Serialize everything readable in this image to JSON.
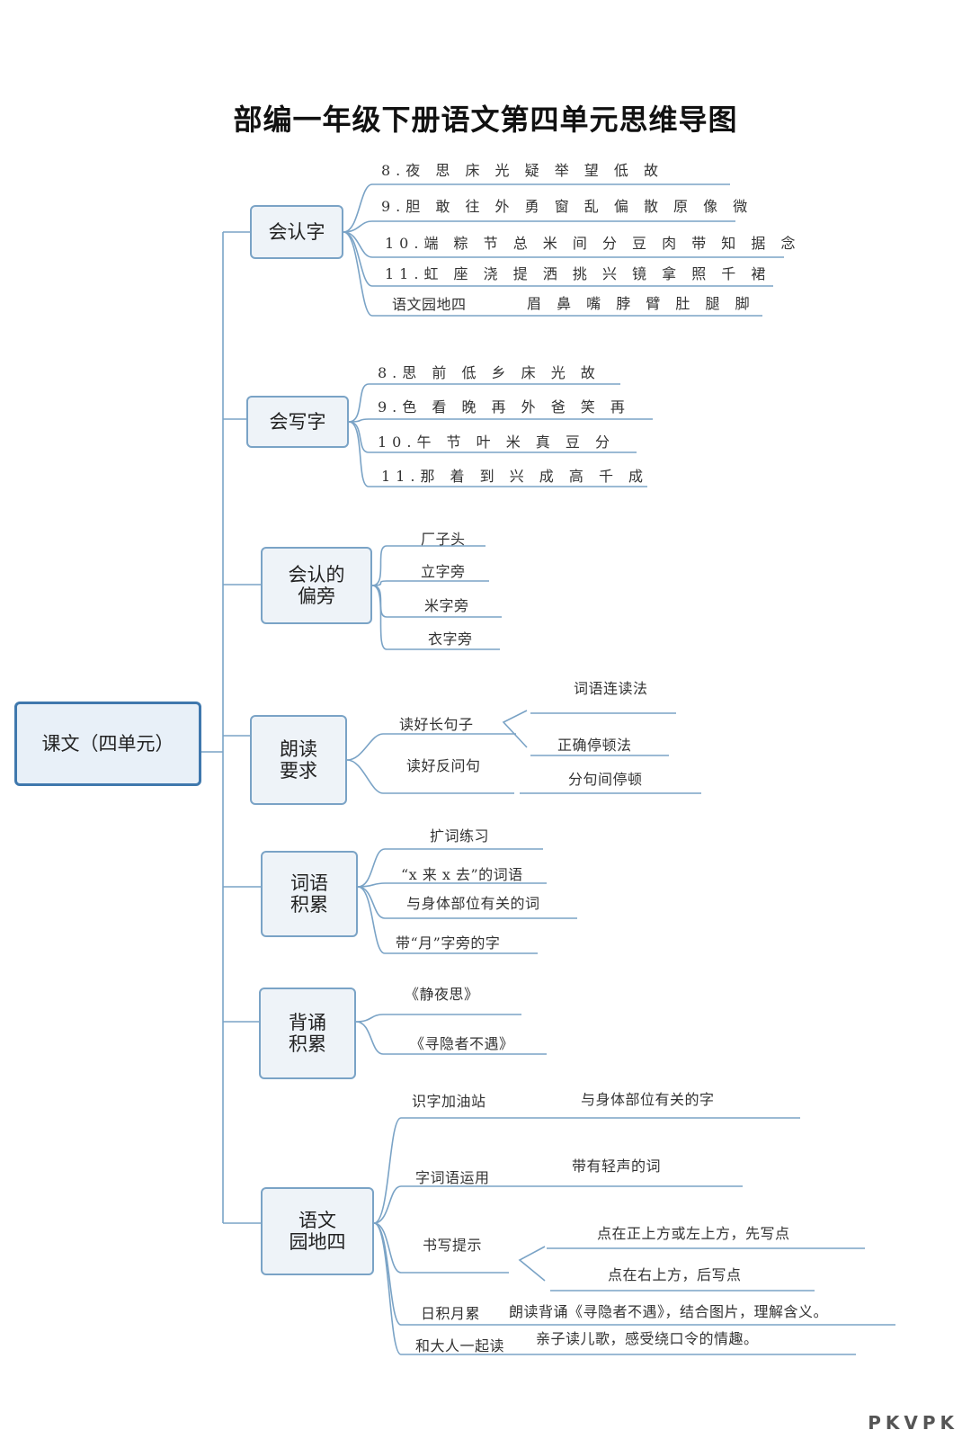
{
  "title": "部编一年级下册语文第四单元思维导图",
  "root": "课文（四单元）",
  "branches": {
    "recognize": {
      "label": "会认字",
      "items": [
        "8.夜 思 床 光 疑 举 望 低 故",
        "9.胆 敢 往 外 勇 窗 乱 偏 散 原 像 微",
        "10.端 粽 节 总 米 间 分 豆 肉 带 知 据 念",
        "11.虹 座 浇 提 洒 挑 兴 镜 拿 照 千 裙",
        "语文园地四",
        "眉 鼻 嘴 脖 臂 肚 腿 脚"
      ]
    },
    "write": {
      "label": "会写字",
      "items": [
        "8.思 前 低 乡 床 光 故",
        "9.色 看 晚 再 外 爸 笑 再",
        "10.午 节 叶 米 真 豆 分",
        "11.那 着 到 兴 成 高 千 成"
      ]
    },
    "radicals": {
      "label": "会认的\n偏旁",
      "items": [
        "厂子头",
        "立字旁",
        "米字旁",
        "衣字旁"
      ]
    },
    "reading": {
      "label": "朗读\n要求",
      "items": [
        "读好长句子",
        "读好反问句"
      ],
      "sub": [
        "词语连读法",
        "正确停顿法",
        "分句间停顿"
      ]
    },
    "words": {
      "label": "词语\n积累",
      "items": [
        "扩词练习",
        "“x 来 x 去”的词语",
        "与身体部位有关的词",
        "带“月”字旁的字"
      ]
    },
    "recite": {
      "label": "背诵\n积累",
      "items": [
        "《静夜思》",
        "《寻隐者不遇》"
      ]
    },
    "garden": {
      "label": "语文\n园地四",
      "items": [
        "识字加油站",
        "与身体部位有关的字",
        "字词语运用",
        "带有轻声的词",
        "书写提示",
        "点在正上方或左上方，先写点",
        "点在右上方，后写点",
        "日积月累",
        "朗读背诵《寻隐者不遇》，结合图片，理解含义。",
        "和大人一起读",
        "亲子读儿歌，感受绕口令的情趣。"
      ]
    }
  },
  "watermark": "PKVPK",
  "colors": {
    "line": "#7aa3c6",
    "root_border": "#3f78ad",
    "node_fill": "#eef3f8"
  }
}
